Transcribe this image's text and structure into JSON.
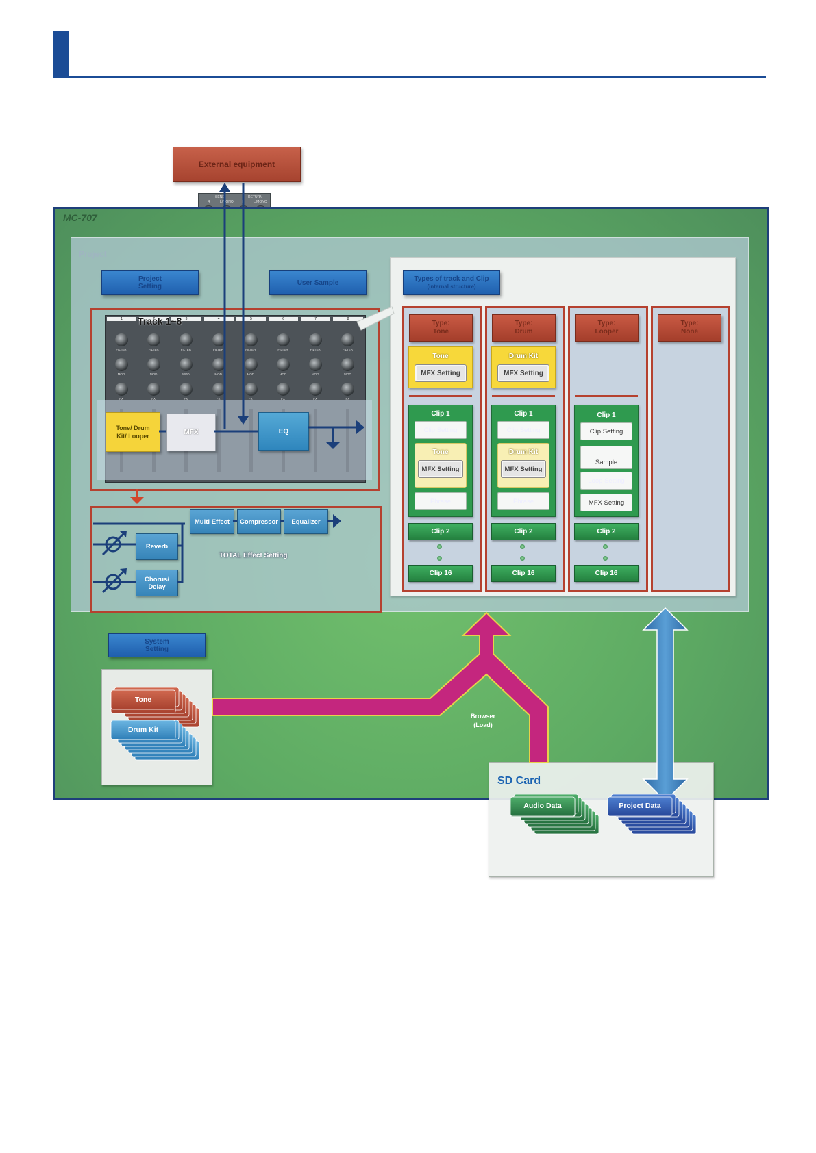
{
  "external": {
    "label": "External equipment"
  },
  "jacks": {
    "send": "SEND",
    "return": "RETURN",
    "r": "R",
    "lmono": "L/MONO",
    "r2": "R",
    "lmono2": "L/MONO"
  },
  "main": {
    "label": "MC-707"
  },
  "project": {
    "label": "Project",
    "project_setting": "Project Setting",
    "user_sample": "User Sample",
    "types_label": "Types of track and Clip",
    "types_sub": "(internal structure)"
  },
  "mixer": {
    "track_label": "Track 1~8",
    "strip_numbers": [
      "1",
      "2",
      "3",
      "4",
      "5",
      "6",
      "7",
      "8"
    ],
    "knob_rows": [
      "FILTER",
      "MOD",
      "FX"
    ]
  },
  "track_chain": {
    "tone_block": "Tone/ Drum Kit/ Looper",
    "mfx": "MFX",
    "eq": "EQ"
  },
  "effects": {
    "multi_effect": "Multi Effect",
    "compressor": "Compressor",
    "equalizer": "Equalizer",
    "reverb": "Reverb",
    "chorus_delay": "Chorus/ Delay",
    "total_label": "TOTAL Effect Setting"
  },
  "columns": [
    {
      "type": "Type: Tone",
      "top_box": "Tone",
      "top_mfx": "MFX Setting",
      "clip1": "Clip 1",
      "slot1": "Clip Setting",
      "inner_label": "Tone",
      "inner_mfx": "MFX Setting",
      "slot_bottom": "Phrase",
      "clip2": "Clip 2",
      "clip16": "Clip 16"
    },
    {
      "type": "Type: Drum",
      "top_box": "Drum Kit",
      "top_mfx": "MFX Setting",
      "clip1": "Clip 1",
      "slot1": "Clip Setting",
      "inner_label": "Drum Kit",
      "inner_mfx": "MFX Setting",
      "slot_bottom": "Phrase",
      "clip2": "Clip 2",
      "clip16": "Clip 16"
    },
    {
      "type": "Type: Looper",
      "clip1": "Clip 1",
      "slot1": "Clip Setting",
      "slot2": "Sample",
      "slot3": "Loop Setting",
      "slot4": "MFX Setting",
      "clip2": "Clip 2",
      "clip16": "Clip 16"
    },
    {
      "type": "Type: None"
    }
  ],
  "system": {
    "label": "System Setting",
    "tone": "Tone",
    "drum_kit": "Drum Kit"
  },
  "browser": {
    "line1": "Browser",
    "line2": "(Load)"
  },
  "sd": {
    "title": "SD Card",
    "audio": "Audio Data",
    "project": "Project Data"
  },
  "colors": {
    "title_blue": "#1b4c96",
    "main_green": "#5daa63",
    "frame_red": "#b5412f",
    "magenta": "#c4267e",
    "arrow_blue": "#3d7cb8"
  }
}
